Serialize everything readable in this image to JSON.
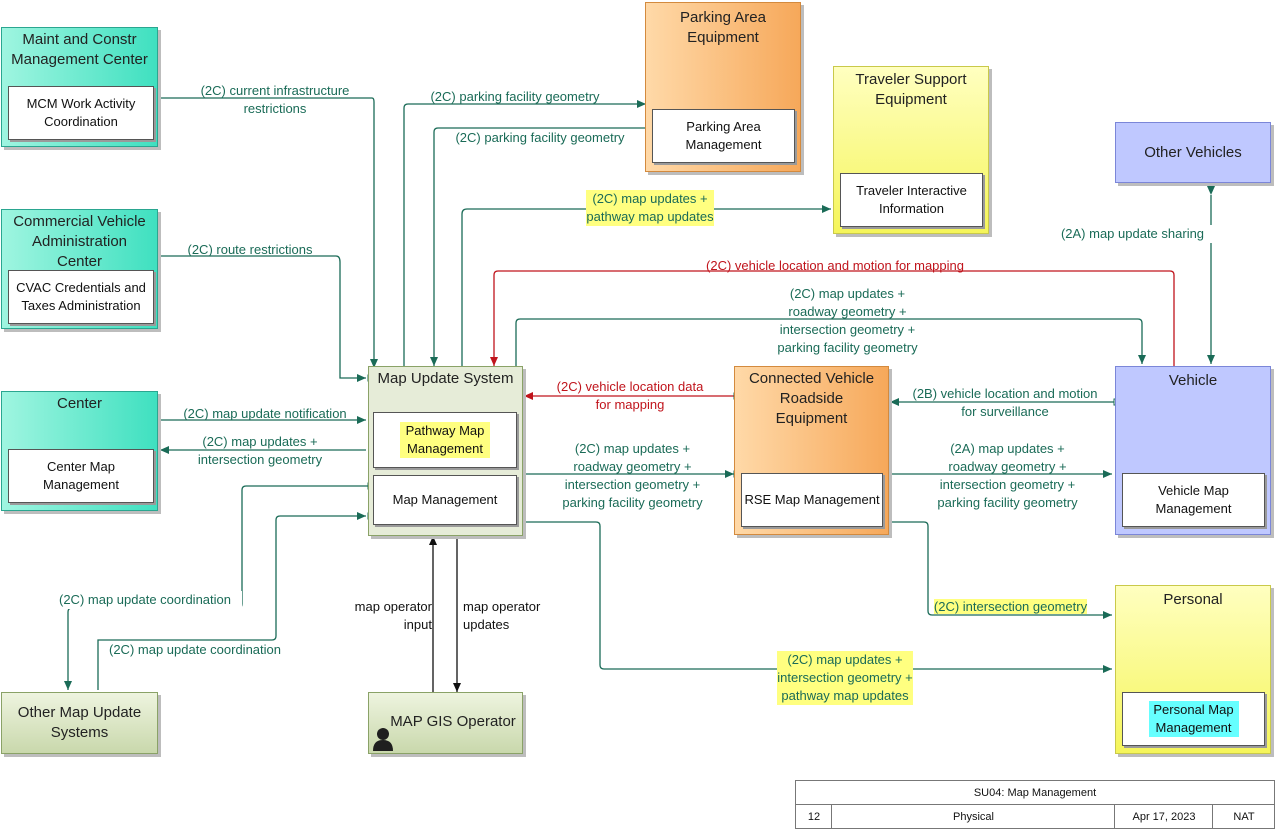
{
  "boxes": {
    "mcm": {
      "title": "Maint and Constr Management Center",
      "inner": "MCM Work Activity Coordination"
    },
    "cva": {
      "title": "Commercial Vehicle Administration Center",
      "inner": "CVAC Credentials and Taxes Administration"
    },
    "center": {
      "title": "Center",
      "inner": "Center Map Management"
    },
    "omus": {
      "title": "Other Map Update Systems"
    },
    "parking": {
      "title": "Parking Area Equipment",
      "inner": "Parking Area Management"
    },
    "traveler": {
      "title": "Traveler Support Equipment",
      "inner": "Traveler Interactive Information"
    },
    "other_vehicles": {
      "title": "Other Vehicles"
    },
    "mus": {
      "title": "Map Update System",
      "inner1": "Pathway Map Management",
      "inner2": "Map Management"
    },
    "cvre": {
      "title": "Connected Vehicle Roadside Equipment",
      "inner": "RSE Map Management"
    },
    "vehicle": {
      "title": "Vehicle",
      "inner": "Vehicle Map Management"
    },
    "personal": {
      "title": "Personal",
      "inner": "Personal Map Management"
    },
    "gis": {
      "title": "MAP GIS Operator"
    }
  },
  "flows": {
    "f1": "(2C) current infrastructure\nrestrictions",
    "f2": "(2C) route restrictions",
    "f3": "(2C) map update notification",
    "f4": "(2C) map updates +\nintersection geometry",
    "f5": "(2C) parking facility geometry",
    "f6": "(2C) parking facility geometry",
    "f7": "(2C) map updates +\npathway map updates",
    "f8": "(2C) vehicle location and motion for mapping",
    "f9": "(2C) map updates +\nroadway geometry +\nintersection geometry +\nparking facility geometry",
    "f10": "(2C) vehicle location data\nfor mapping",
    "f11": "(2B) vehicle location and motion\nfor surveillance",
    "f12": "(2C) map updates +\nroadway geometry +\nintersection geometry +\nparking facility geometry",
    "f13": "(2A) map updates +\nroadway geometry +\nintersection geometry +\nparking facility geometry",
    "f14": "(2A) map update sharing",
    "f15": "(2C) map update coordination",
    "f16": "(2C) map update coordination",
    "f17": "map operator\ninput",
    "f18": "map operator\nupdates",
    "f19": "(2C) intersection geometry",
    "f20": "(2C) map updates +\nintersection geometry +\npathway map updates"
  },
  "footer": {
    "title": "SU04: Map Management",
    "number": "12",
    "view": "Physical",
    "date": "Apr 17, 2023",
    "status": "NAT"
  },
  "colors": {
    "flow_green": "#1a6b57",
    "flow_red": "#c0141c",
    "highlight_yellow": "#ffff80",
    "highlight_cyan": "#66ffff"
  }
}
